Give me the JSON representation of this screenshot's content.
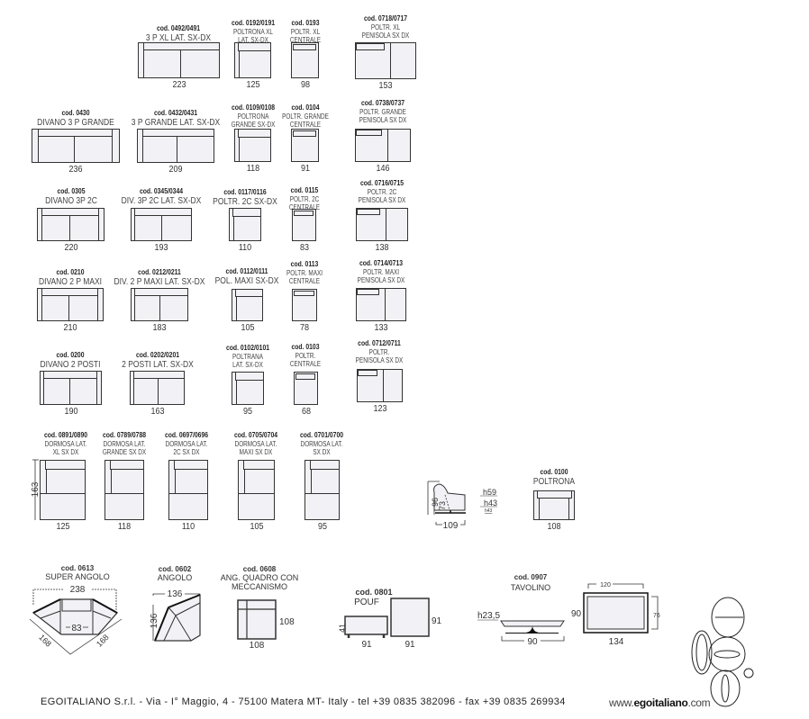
{
  "items": [
    {
      "code": "cod. 0492/0491",
      "lines": [
        "3 P XL LAT. SX-DX"
      ],
      "dim": "223"
    },
    {
      "code": "cod. 0192/0191",
      "lines": [
        "POLTRONA XL",
        "LAT. SX-DX"
      ],
      "dim": "125"
    },
    {
      "code": "cod. 0193",
      "lines": [
        "POLTR. XL",
        "CENTRALE"
      ],
      "dim": "98"
    },
    {
      "code": "cod. 0718/0717",
      "lines": [
        "POLTR. XL",
        "PENISOLA SX  DX"
      ],
      "dim": "153"
    },
    {
      "code": "cod. 0430",
      "lines": [
        "DIVANO 3 P GRANDE"
      ],
      "dim": "236"
    },
    {
      "code": "cod. 0432/0431",
      "lines": [
        "3 P  GRANDE LAT. SX-DX"
      ],
      "dim": "209"
    },
    {
      "code": "cod. 0109/0108",
      "lines": [
        "POLTRONA",
        "GRANDE SX-DX"
      ],
      "dim": "118"
    },
    {
      "code": "cod. 0104",
      "lines": [
        "POLTR. GRANDE",
        "CENTRALE"
      ],
      "dim": "91"
    },
    {
      "code": "cod. 0738/0737",
      "lines": [
        "POLTR. GRANDE",
        "PENISOLA SX  DX"
      ],
      "dim": "146"
    },
    {
      "code": "cod. 0305",
      "lines": [
        "DIVANO 3P 2C"
      ],
      "dim": "220"
    },
    {
      "code": "cod. 0345/0344",
      "lines": [
        "DIV. 3P 2C LAT. SX-DX"
      ],
      "dim": "193"
    },
    {
      "code": "cod. 0117/0116",
      "lines": [
        "POLTR. 2C SX-DX"
      ],
      "dim": "110"
    },
    {
      "code": "cod. 0115",
      "lines": [
        "POLTR. 2C",
        "CENTRALE"
      ],
      "dim": "83"
    },
    {
      "code": "cod. 0716/0715",
      "lines": [
        "POLTR. 2C",
        "PENISOLA SX  DX"
      ],
      "dim": "138"
    },
    {
      "code": "cod. 0210",
      "lines": [
        "DIVANO 2 P MAXI"
      ],
      "dim": "210"
    },
    {
      "code": "cod. 0212/0211",
      "lines": [
        "DIV. 2 P MAXI LAT. SX-DX"
      ],
      "dim": "183"
    },
    {
      "code": "cod. 0112/0111",
      "lines": [
        "POL. MAXI SX-DX"
      ],
      "dim": "105"
    },
    {
      "code": "cod. 0113",
      "lines": [
        "POLTR. MAXI",
        "CENTRALE"
      ],
      "dim": "78"
    },
    {
      "code": "cod. 0714/0713",
      "lines": [
        "POLTR. MAXI",
        "PENISOLA SX  DX"
      ],
      "dim": "133"
    },
    {
      "code": "cod. 0200",
      "lines": [
        "DIVANO 2 POSTI"
      ],
      "dim": "190"
    },
    {
      "code": "cod. 0202/0201",
      "lines": [
        "2 POSTI LAT. SX-DX"
      ],
      "dim": "163"
    },
    {
      "code": "cod. 0102/0101",
      "lines": [
        "POLTRANA",
        "LAT. SX-DX"
      ],
      "dim": "95"
    },
    {
      "code": "cod. 0103",
      "lines": [
        "POLTR.",
        "CENTRALE"
      ],
      "dim": "68"
    },
    {
      "code": "cod. 0712/0711",
      "lines": [
        "POLTR.",
        "PENISOLA SX  DX"
      ],
      "dim": "123"
    },
    {
      "code": "cod. 0891/0890",
      "lines": [
        "DORMOSA  LAT.",
        "XL SX  DX"
      ],
      "dim": "125"
    },
    {
      "code": "cod. 0789/0788",
      "lines": [
        "DORMOSA  LAT.",
        "GRANDE SX  DX"
      ],
      "dim": "118"
    },
    {
      "code": "cod. 0697/0696",
      "lines": [
        "DORMOSA  LAT.",
        "2C SX  DX"
      ],
      "dim": "110"
    },
    {
      "code": "cod. 0705/0704",
      "lines": [
        "DORMOSA  LAT.",
        "MAXI SX  DX"
      ],
      "dim": "105"
    },
    {
      "code": "cod. 0701/0700",
      "lines": [
        "DORMOSA  LAT.",
        "SX  DX"
      ],
      "dim": "95"
    },
    {
      "code": "cod. 0100",
      "lines": [
        "POLTRONA"
      ],
      "dim": "108"
    }
  ],
  "dormosa_depth": "163",
  "side_view": {
    "h_total": "96",
    "h_seat_back": "73",
    "depth": "109",
    "h59": "h59",
    "h43": "h43",
    "h43_note": "h43"
  },
  "super_angolo": {
    "code": "cod. 0613",
    "name": "SUPER ANGOLO",
    "width": "238",
    "inner": "83",
    "side_left": "168",
    "side_right": "168"
  },
  "angolo": {
    "code": "cod. 0602",
    "name": "ANGOLO",
    "width": "136",
    "height": "136"
  },
  "ang_quadro": {
    "code": "cod. 0608",
    "line1": "ANG. QUADRO CON",
    "line2": "MECCANISMO",
    "width": "108",
    "depth": "108"
  },
  "pouf": {
    "code": "cod. 0801",
    "name": "POUF",
    "height": "41",
    "side_width": "91",
    "top_width": "91",
    "top_depth": "91"
  },
  "tavolino": {
    "code": "cod. 0907",
    "name": "TAVOLINO",
    "height": "h23,5",
    "side_width": "90",
    "top_inner_width": "120",
    "top_depth": "90",
    "top_inner_depth": "76",
    "top_width": "134"
  },
  "logo": {
    "text": "ego"
  },
  "footer": {
    "address": "EGOITALIANO S.r.l. - Via - I° Maggio, 4  - 75100 Matera MT-  Italy - tel +39 0835 382096    - fax +39 0835 269934",
    "web_prefix": "www.",
    "web_brand": "egoitaliano",
    "web_suffix": ".com"
  }
}
